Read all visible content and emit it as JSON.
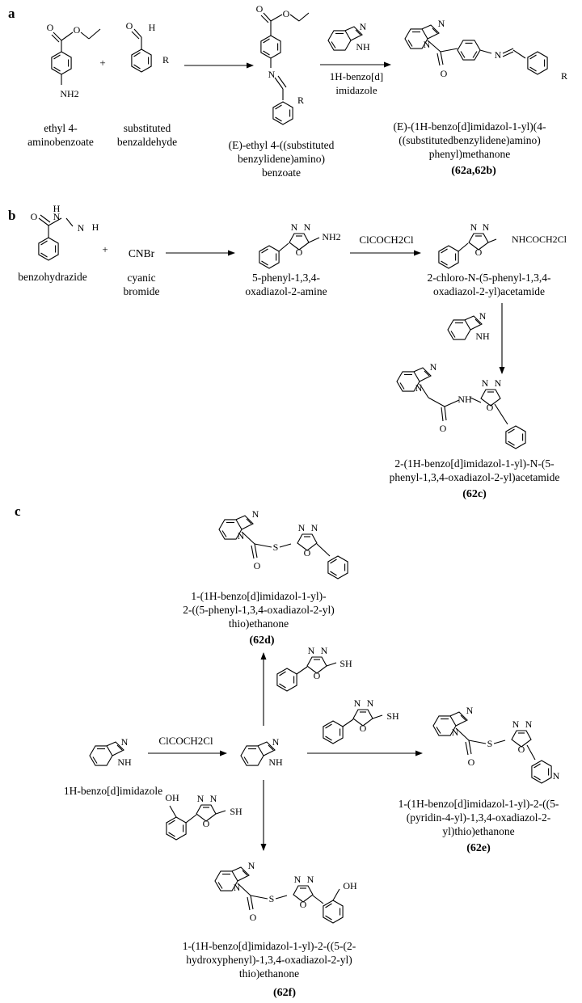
{
  "panels": {
    "a": "a",
    "b": "b",
    "c": "c"
  },
  "a": {
    "sm1": [
      "ethyl 4-",
      "aminobenzoate"
    ],
    "plus": "+",
    "sm2": [
      "substituted",
      "benzaldehyde"
    ],
    "int": [
      "(E)-ethyl 4-((substituted",
      "benzylidene)amino)",
      "benzoate"
    ],
    "reagent": [
      "1H-benzo[d]",
      "imidazole"
    ],
    "prod": [
      "(E)-(1H-benzo[d]imidazol-1-yl)(4-",
      "((substitutedbenzylidene)amino)",
      "phenyl)methanone"
    ],
    "code": "(62a,62b)"
  },
  "b": {
    "sm1": "benzohydrazide",
    "plus": "+",
    "sm2": [
      "cyanic",
      "bromide"
    ],
    "sm2_formula": "CNBr",
    "int1": [
      "5-phenyl-1,3,4-",
      "oxadiazol-2-amine"
    ],
    "reagent": "ClCOCH2Cl",
    "int2": [
      "2-chloro-N-(5-phenyl-1,3,4-",
      "oxadiazol-2-yl)acetamide"
    ],
    "int2_group": "NHCOCH2Cl",
    "prod": [
      "2-(1H-benzo[d]imidazol-1-yl)-N-(5-",
      "phenyl-1,3,4-oxadiazol-2-yl)acetamide"
    ],
    "code": "(62c)"
  },
  "c": {
    "start": "1H-benzo[d]imidazole",
    "reagent": "ClCOCH2Cl",
    "p62d": [
      "1-(1H-benzo[d]imidazol-1-yl)-",
      "2-((5-phenyl-1,3,4-oxadiazol-2-yl)",
      "thio)ethanone"
    ],
    "code_d": "(62d)",
    "p62e": [
      "1-(1H-benzo[d]imidazol-1-yl)-2-((5-",
      "(pyridin-4-yl)-1,3,4-oxadiazol-2-",
      "yl)thio)ethanone"
    ],
    "code_e": "(62e)",
    "p62f": [
      "1-(1H-benzo[d]imidazol-1-yl)-2-((5-(2-",
      "hydroxyphenyl)-1,3,4-oxadiazol-2-yl)",
      "thio)ethanone"
    ],
    "code_f": "(62f)"
  },
  "atoms": {
    "O": "O",
    "N": "N",
    "H": "H",
    "NH2": "NH2",
    "R": "R",
    "S": "S",
    "SH": "SH",
    "OH": "OH",
    "NH": "NH"
  }
}
